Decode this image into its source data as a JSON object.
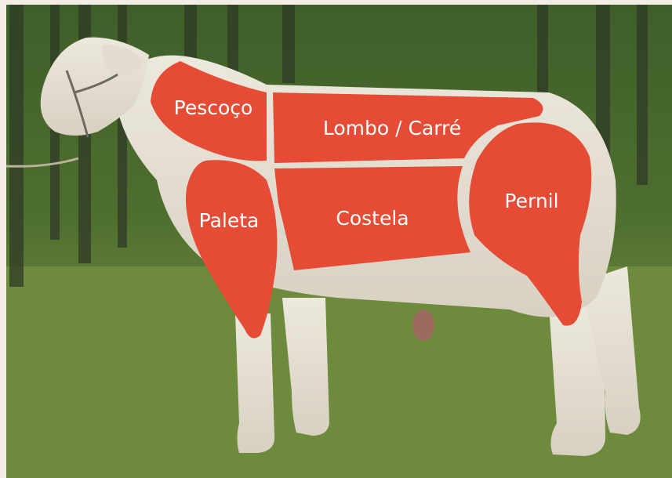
{
  "colors": {
    "cut_fill": "#e54b35",
    "wool": "#e7e2d6",
    "grass": "#6c8a3b",
    "background_trees": "#4a6a2e"
  },
  "cuts": {
    "pescoco": "Pescoço",
    "lombo": "Lombo / Carré",
    "paleta": "Paleta",
    "costela": "Costela",
    "pernil": "Pernil"
  }
}
